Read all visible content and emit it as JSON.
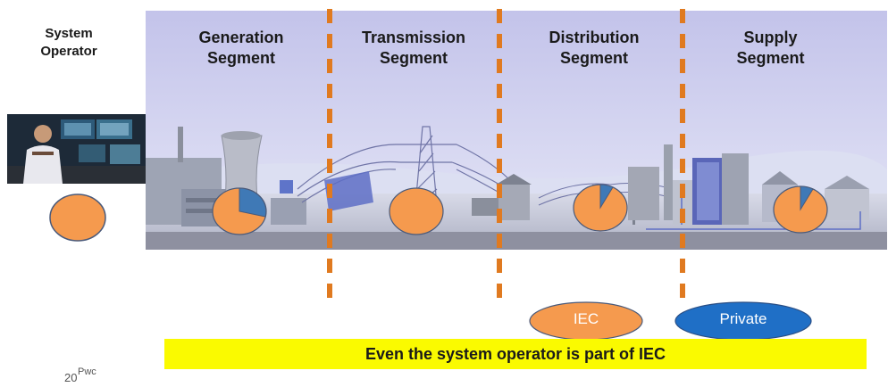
{
  "system_operator": {
    "title_line1": "System",
    "title_line2": "Operator",
    "share": 1.0
  },
  "segments": [
    {
      "line1": "Generation",
      "line2": "Segment",
      "share": 0.68
    },
    {
      "line1": "Transmission",
      "line2": "Segment",
      "share": 1.0
    },
    {
      "line1": "Distribution",
      "line2": "Segment",
      "share": 0.92
    },
    {
      "line1": "Supply",
      "line2": "Segment",
      "share": 0.92
    }
  ],
  "legend": {
    "iec": "IEC",
    "private": "Private"
  },
  "banner": "Even the system operator is part of IEC",
  "footer": {
    "page": "20",
    "brand": "Pwc"
  },
  "colors": {
    "iec": "#f59a4e",
    "private": "#1f6fc6",
    "divider": "#e07a20",
    "banner": "#fafa00",
    "sky": "#c7c9ee"
  }
}
